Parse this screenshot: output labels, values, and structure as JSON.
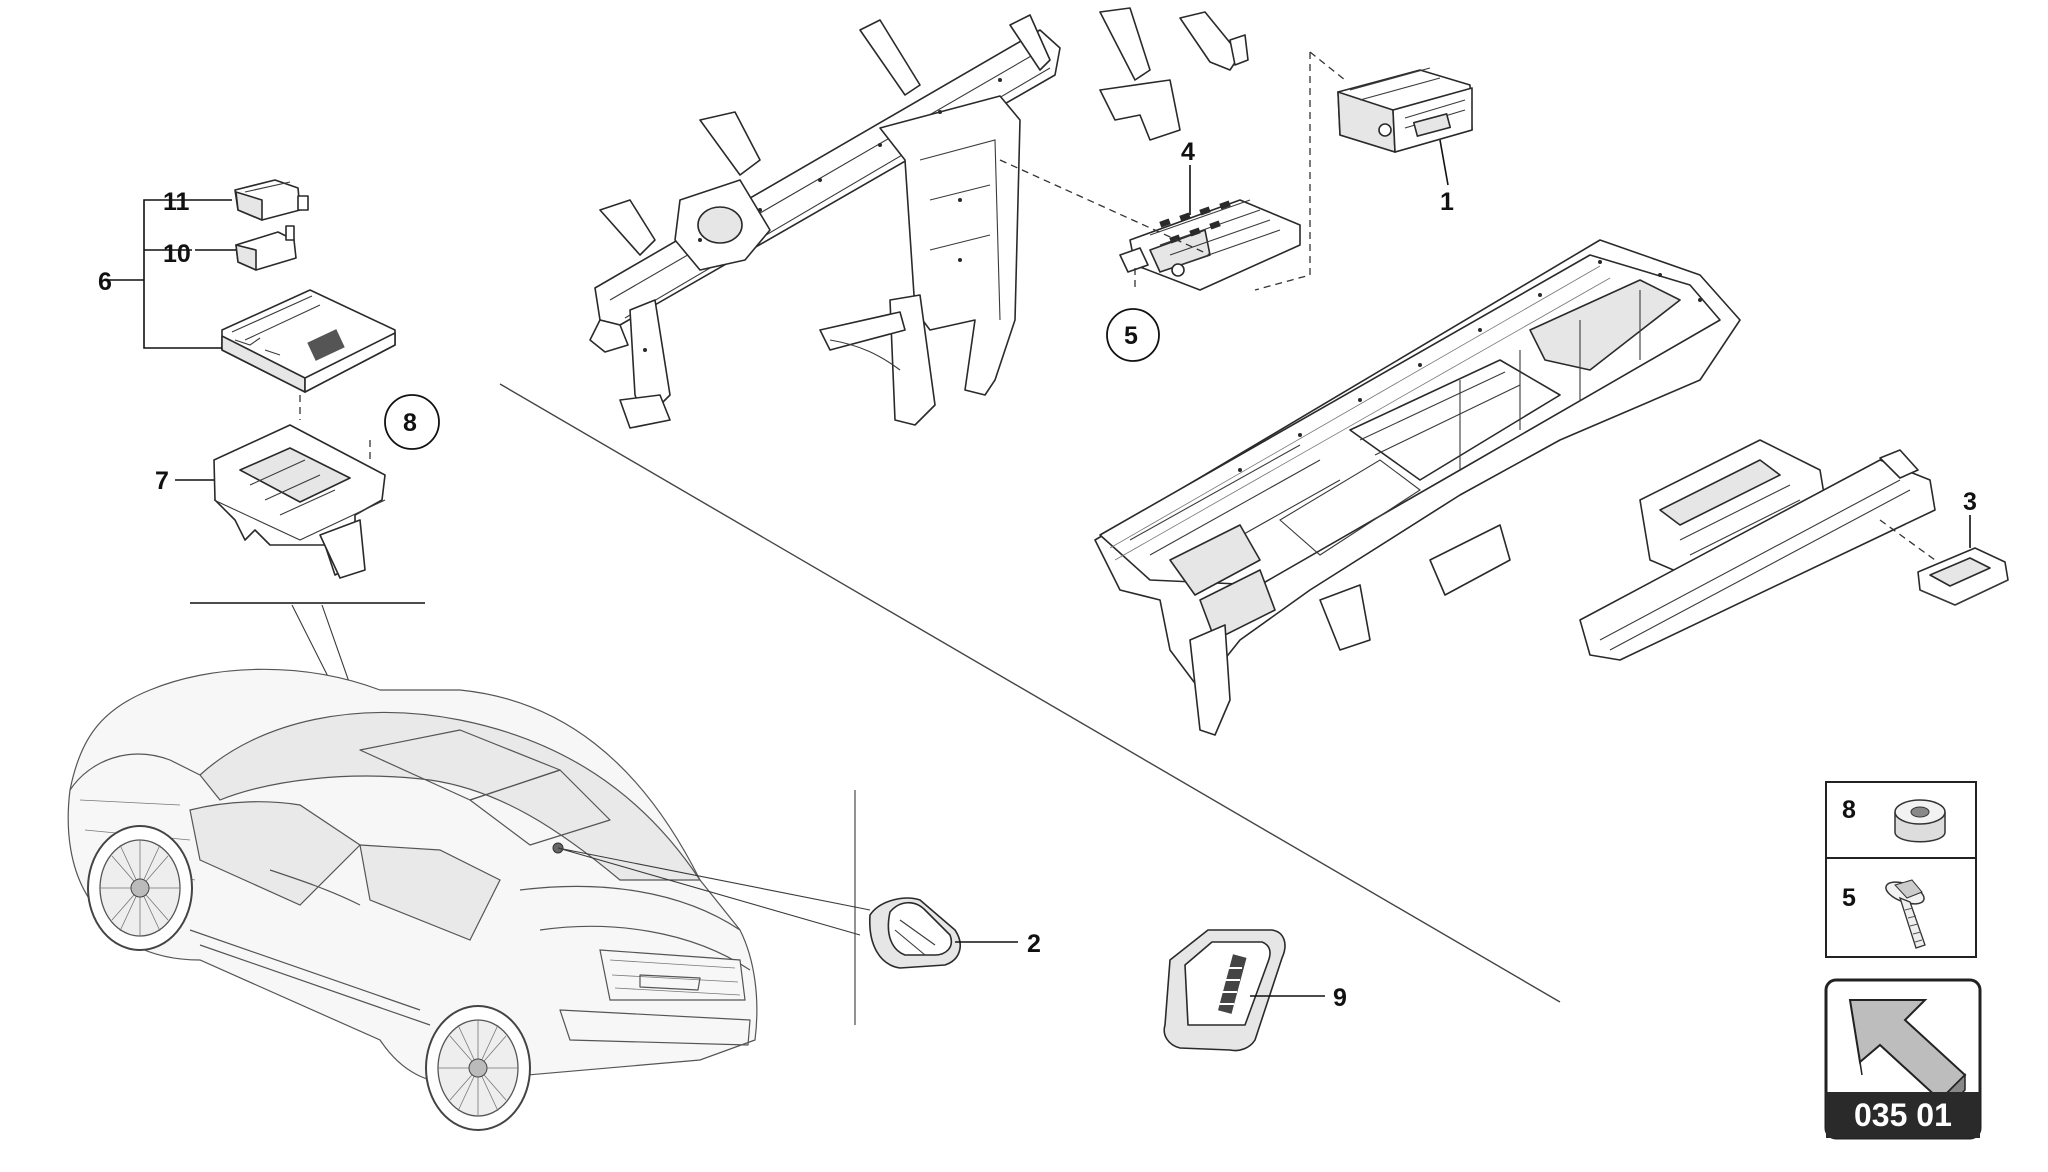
{
  "callouts": {
    "c1": "1",
    "c2": "2",
    "c3": "3",
    "c4": "4",
    "c5": "5",
    "c6": "6",
    "c7": "7",
    "c8": "8",
    "c9": "9",
    "c10": "10",
    "c11": "11"
  },
  "legend": {
    "item_8": "8",
    "item_5": "5"
  },
  "navigation": {
    "page_code": "035 01"
  }
}
